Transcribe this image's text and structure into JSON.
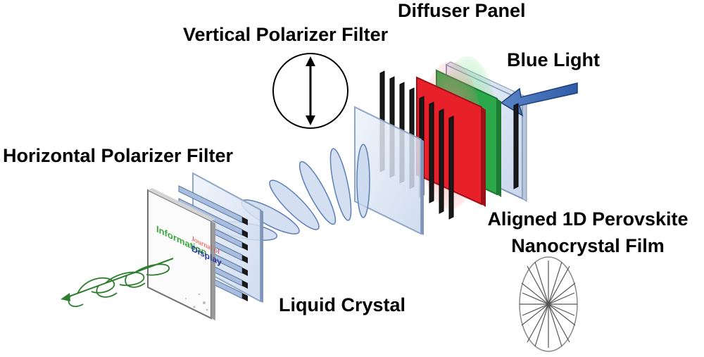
{
  "labels": {
    "diffuser_panel": "Diffuser Panel",
    "vertical_polarizer": "Vertical Polarizer Filter",
    "blue_light": "Blue Light",
    "horizontal_polarizer": "Horizontal Polarizer Filter",
    "perovskite_line1": "Aligned 1D Perovskite",
    "perovskite_line2": "Nanocrystal Film",
    "liquid_crystal": "Liquid Crystal"
  },
  "screen_text": {
    "word_information": "Information",
    "word_journal_of": "Journal of",
    "word_display": "Display"
  },
  "colors": {
    "blue_light": "#2f5da8",
    "red_filter": "#e8202a",
    "green_filter": "#2aa84a",
    "glass": "#dbe6f5",
    "glass_edge": "#8ea6c8",
    "polarizer_slat": "#1a1a1a",
    "wave": "#2f7d2f",
    "lc_fill": "#c6d6ee",
    "lc_stroke": "#5d7fb3",
    "information_text": "#3aa53a",
    "journal_text": "#e83a3a",
    "display_text": "#24379b"
  }
}
